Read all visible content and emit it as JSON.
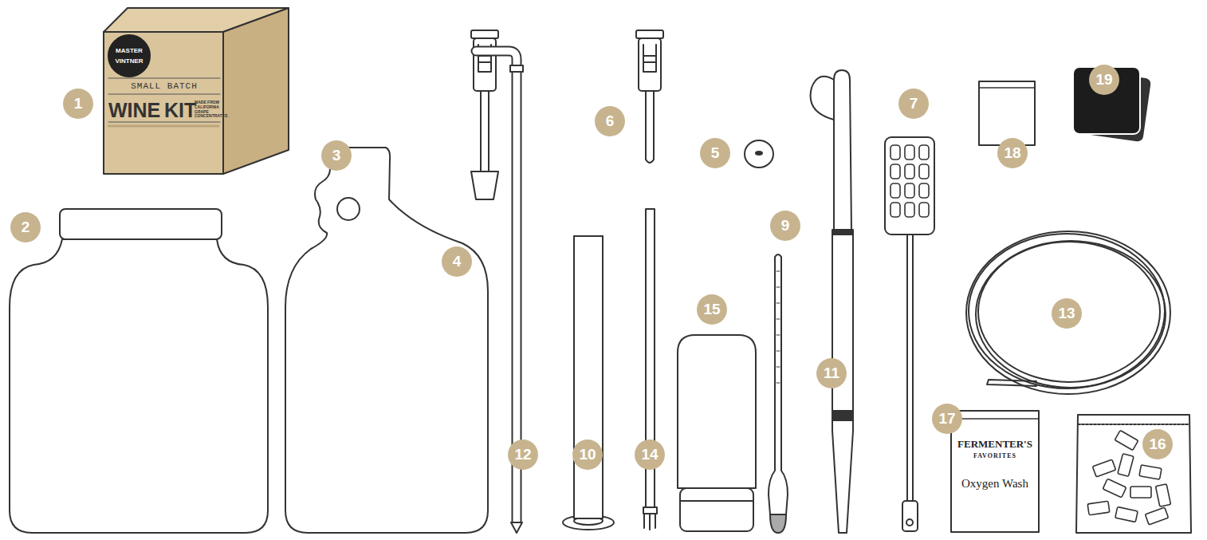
{
  "diagram": {
    "labels": [
      "1",
      "2",
      "3",
      "4",
      "5",
      "6",
      "7",
      "9",
      "10",
      "11",
      "12",
      "13",
      "14",
      "15",
      "16",
      "17",
      "18",
      "19",
      "MASTER",
      "VINTNER",
      "SMALL BATCH",
      "WINE",
      "KIT",
      "MADE FROM CALIFORNIA GRAPE CONCENTRATES",
      "FERMENTER'S",
      "FAVORITES",
      "Oxygen Wash"
    ]
  }
}
